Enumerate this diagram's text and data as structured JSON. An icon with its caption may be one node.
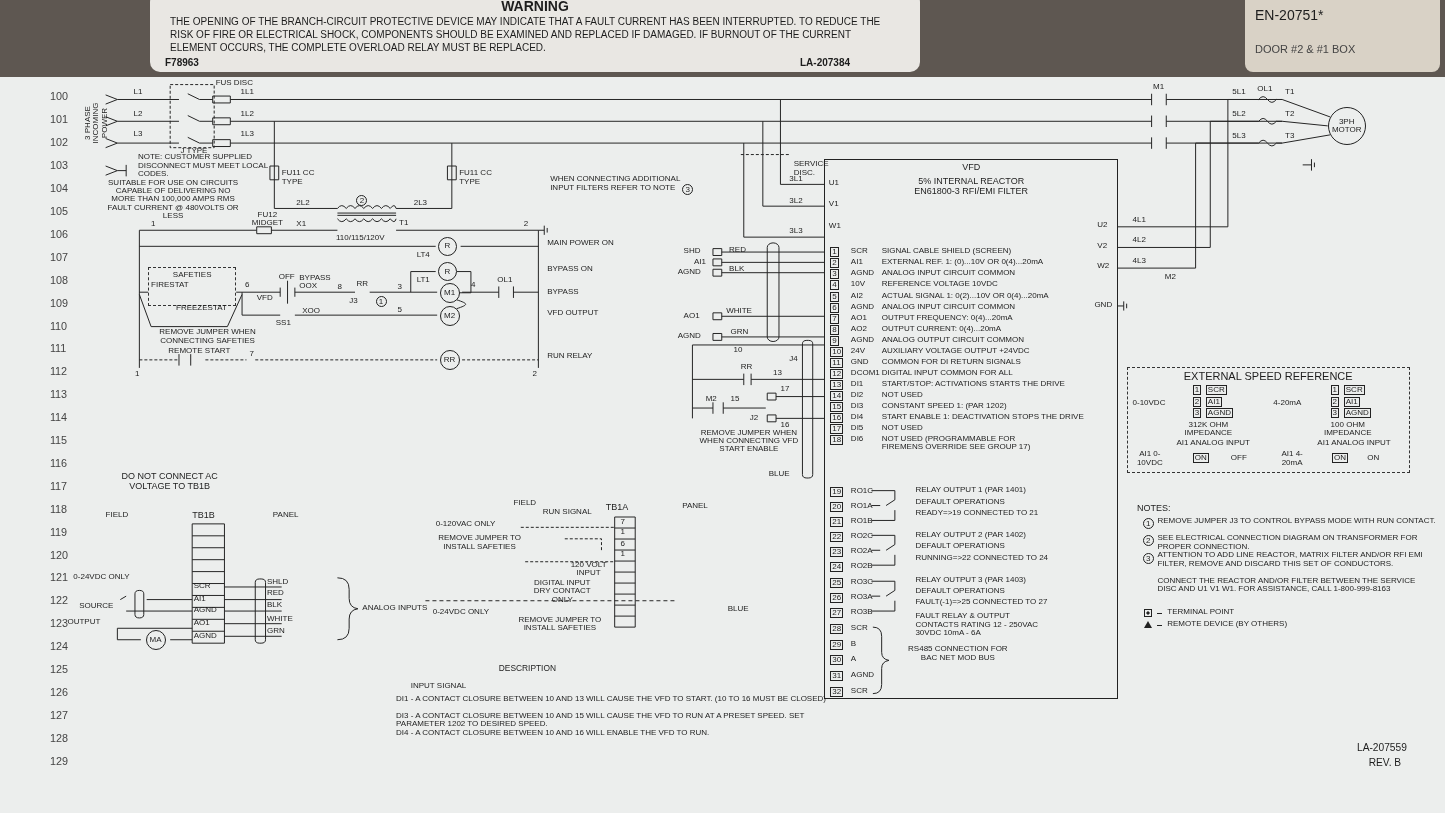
{
  "diagram": {
    "nodes": [
      {
        "text": [
          "VFD",
          "5% INTERNAL REACTOR EN61800-3 RFI/EMI FILTER"
        ]
      },
      {
        "text": [
          "3PH MOTOR"
        ]
      },
      {
        "text": [
          "R"
        ],
        "beside": [
          "LT4"
        ]
      },
      {
        "text": [
          "R"
        ],
        "beside": [
          "LT1"
        ]
      },
      {
        "text": [
          "M1"
        ]
      },
      {
        "text": [
          "M2"
        ]
      },
      {
        "text": [
          "RR"
        ]
      },
      {
        "text": [
          "MA"
        ]
      },
      {
        "text": [
          "EXTERNAL SPEED REFERENCE"
        ]
      },
      {
        "text": [
          "SAFETIES"
        ]
      }
    ],
    "edges": [
      {
        "from": 0,
        "to": 1,
        "arrow": "none",
        "label": "4L1"
      },
      {
        "from": 0,
        "to": 1,
        "arrow": "none",
        "label": "4L2"
      },
      {
        "from": 0,
        "to": 1,
        "arrow": "none",
        "label": "4L3"
      },
      {
        "from": 4,
        "to": 5,
        "arrow": "none"
      },
      {
        "from": 3,
        "to": 4,
        "arrow": "none"
      }
    ],
    "labels": [
      "WARNING",
      "THE OPENING OF THE BRANCH-CIRCUIT PROTECTIVE DEVICE MAY INDICATE THAT A FAULT CURRENT HAS BEEN INTERRUPTED. TO REDUCE THE RISK OF FIRE OR ELECTRICAL SHOCK, COMPONENTS SHOULD BE EXAMINED AND REPLACED IF DAMAGED. IF BURNOUT OF THE CURRENT ELEMENT OCCURS, THE COMPLETE OVERLOAD RELAY MUST BE REPLACED.",
      "F78963",
      "LA-207384",
      "100",
      "101",
      "102",
      "103",
      "104",
      "105",
      "106",
      "107",
      "108",
      "109",
      "110",
      "111",
      "112",
      "113",
      "114",
      "115",
      "116",
      "117",
      "118",
      "119",
      "120",
      "121",
      "122",
      "123",
      "124",
      "125",
      "126",
      "127",
      "128",
      "129",
      "3 PHASE INCOMING POWER",
      "L1",
      "L2",
      "L3",
      "FUS DISC",
      "J TYPE",
      "1L1",
      "1L2",
      "1L3",
      "NOTE: CUSTOMER SUPPLIED DISCONNECT MUST MEET LOCAL CODES.",
      "SUITABLE FOR USE ON CIRCUITS CAPABLE OF DELIVERING NO MORE THAN 100,000 AMPS RMS FAULT CURRENT @ 480VOLTS OR LESS",
      "FU11 CC TYPE",
      "FU11 CC TYPE",
      "2L2",
      "2L3",
      "2",
      "FU12 MIDGET",
      "X1",
      "T1",
      "110/115/120V",
      "1",
      "2",
      "MAIN POWER ON",
      "BYPASS ON",
      "FIRESTAT",
      "FREEZESTAT",
      "6",
      "VFD",
      "OFF",
      "BYPASS",
      "OOX",
      "8",
      "RR",
      "J3",
      "1",
      "3",
      "4",
      "OL1",
      "BYPASS",
      "XOO",
      "SS1",
      "5",
      "VFD OUTPUT",
      "REMOVE JUMPER WHEN CONNECTING SAFETIES",
      "REMOTE START",
      "7",
      "RUN RELAY",
      "1",
      "2",
      "SERVICE DISC.",
      "WHEN CONNECTING ADDITIONAL INPUT FILTERS REFER TO NOTE",
      "3",
      "3L1",
      "3L2",
      "3L3",
      "U1",
      "V1",
      "W1",
      "U2",
      "V2",
      "W2",
      "GND",
      "M1",
      "M2",
      "5L1",
      "5L2",
      "5L3",
      "OL1",
      "T1",
      "T2",
      "T3",
      "SHD",
      "AI1",
      "AGND",
      "RED",
      "BLK",
      "AO1",
      "WHITE",
      "AGND",
      "GRN",
      "10",
      "1",
      "SCR",
      "SIGNAL CABLE SHIELD (SCREEN)",
      "2",
      "AI1",
      "EXTERNAL REF. 1: (0)...10V OR 0(4)...20mA",
      "3",
      "AGND",
      "ANALOG INPUT CIRCUIT COMMON",
      "4",
      "10V",
      "REFERENCE VOLTAGE 10VDC",
      "5",
      "AI2",
      "ACTUAL SIGNAL 1: 0(2)...10V OR 0(4)...20mA",
      "6",
      "AGND",
      "ANALOG INPUT CIRCUIT COMMON",
      "7",
      "AO1",
      "OUTPUT FREQUENCY: 0(4)...20mA",
      "8",
      "AO2",
      "OUTPUT CURRENT: 0(4)...20mA",
      "9",
      "AGND",
      "ANALOG OUTPUT CIRCUIT COMMON",
      "10",
      "24V",
      "AUXILIARY VOLTAGE OUTPUT +24VDC",
      "11",
      "GND",
      "COMMON FOR DI RETURN SIGNALS",
      "12",
      "DCOM1",
      "DIGITAL INPUT COMMON FOR ALL",
      "13",
      "DI1",
      "START/STOP: ACTIVATIONS STARTS THE DRIVE",
      "14",
      "DI2",
      "NOT USED",
      "15",
      "DI3",
      "CONSTANT SPEED 1: (PAR 1202)",
      "16",
      "DI4",
      "START ENABLE 1: DEACTIVATION STOPS THE DRIVE",
      "17",
      "DI5",
      "NOT USED",
      "18",
      "DI6",
      "NOT USED (PROGRAMMABLE FOR FIREMENS OVERRIDE SEE GROUP 17)",
      "19",
      "RO1C",
      "20",
      "RO1A",
      "21",
      "RO1B",
      "22",
      "RO2C",
      "23",
      "RO2A",
      "24",
      "RO2B",
      "25",
      "RO3C",
      "26",
      "RO3A",
      "27",
      "RO3B",
      "28",
      "SCR",
      "29",
      "B",
      "30",
      "A",
      "31",
      "AGND",
      "32",
      "SCR",
      "RELAY OUTPUT 1 (PAR 1401)",
      "DEFAULT OPERATIONS",
      "READY=>19 CONNECTED TO 21",
      "RELAY OUTPUT 2 (PAR 1402)",
      "DEFAULT OPERATIONS",
      "RUNNING=>22 CONNECTED TO 24",
      "RELAY OUTPUT 3 (PAR 1403)",
      "DEFAULT OPERATIONS",
      "FAULT(-1)=>25 CONNECTED TO 27",
      "FAULT RELAY & OUTPUT CONTACTS RATING 12 - 250VAC 30VDC 10mA - 6A",
      "RS485 CONNECTION FOR BAC NET MOD BUS",
      "J4",
      "RR",
      "13",
      "M2",
      "15",
      "17",
      "16",
      "J2",
      "REMOVE JUMPER WHEN WHEN CONNECTING VFD START ENABLE",
      "BLUE",
      "PANEL",
      "0-10VDC",
      "1",
      "SCR",
      "2",
      "AI1",
      "3",
      "AGND",
      "1",
      "SCR",
      "2",
      "AI1",
      "3",
      "AGND",
      "312K OHM IMPEDANCE",
      "AI1 ANALOG INPUT",
      "AI1 0-10VDC",
      "ON",
      "OFF",
      "4-20mA",
      "100 OHM IMPEDANCE",
      "AI1 ANALOG INPUT",
      "AI1 4-20mA",
      "ON",
      "ON",
      "NOTES:",
      "1",
      "REMOVE JUMPER J3 TO CONTROL BYPASS MODE WITH RUN CONTACT.",
      "2",
      "SEE ELECTRICAL CONNECTION DIAGRAM ON TRANSFORMER FOR PROPER CONNECTION.",
      "3",
      "ATTENTION TO ADD LINE REACTOR, MATRIX FILTER AND/OR RFI EMI FILTER, REMOVE AND DISCARD THIS SET OF CONDUCTORS.",
      "CONNECT THE REACTOR AND/OR FILTER BETWEEN THE SERVICE DISC AND U1 V1 W1. FOR ASSISTANCE, CALL 1-800-999-8163",
      "DO NOT CONNECT AC VOLTAGE TO TB1B",
      "FIELD",
      "TB1B",
      "PANEL",
      "SCR",
      "AI1",
      "AGND",
      "AO1",
      "AGND",
      "SHLD",
      "RED",
      "BLK",
      "WHITE",
      "GRN",
      "0-24VDC ONLY",
      "SOURCE",
      "OUTPUT",
      "ANALOG INPUTS",
      "FIELD",
      "RUN SIGNAL",
      "TB1A",
      "0-120VAC ONLY",
      "REMOVE JUMPER TO INSTALL SAFETIES",
      "7",
      "1",
      "6",
      "1",
      "120 VOLT INPUT",
      "DIGITAL INPUT DRY CONTACT ONLY",
      "0-24VDC ONLY",
      "REMOVE JUMPER TO INSTALL SAFETIES",
      "BLUE",
      "DESCRIPTION",
      "INPUT SIGNAL",
      "DI1 - A CONTACT CLOSURE BETWEEN 10 AND 13 WILL CAUSE THE VFD TO START. (10 TO 16 MUST BE CLOSED)",
      "DI3 - A CONTACT CLOSURE BETWEEN 10 AND 15 WILL CAUSE THE VFD TO RUN AT A PRESET SPEED. SET PARAMETER 1202 TO DESIRED SPEED.",
      "DI4 - A CONTACT CLOSURE BETWEEN 10 AND 16 WILL ENABLE THE VFD TO RUN.",
      "LA-207559",
      "REV. B",
      "EN-20751*",
      "DOOR #2 & #1 BOX"
    ],
    "legend": [
      {
        "text": "TERMINAL POINT"
      },
      {
        "text": "REMOTE DEVICE (BY OTHERS)"
      }
    ]
  }
}
